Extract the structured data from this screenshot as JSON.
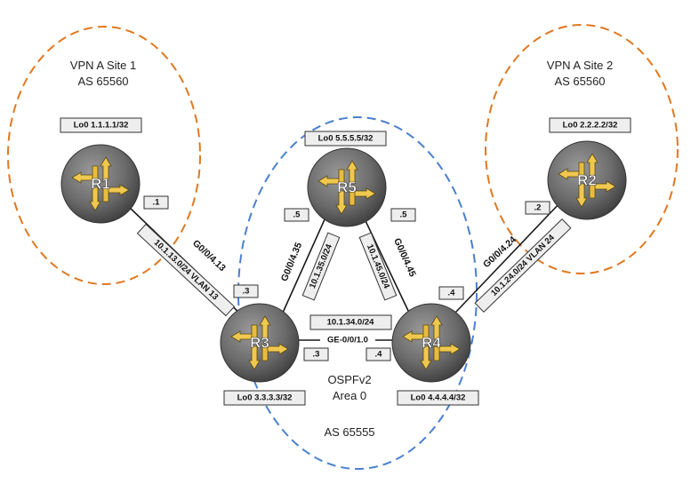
{
  "areas": {
    "site1": {
      "line1": "VPN A Site 1",
      "line2": "AS 65560"
    },
    "site2": {
      "line1": "VPN A Site 2",
      "line2": "AS 65560"
    },
    "core": {
      "line1": "OSPFv2",
      "line2": "Area 0",
      "line3": "AS 65555"
    }
  },
  "colors": {
    "vpn_boundary": "#e07820",
    "core_boundary": "#4a7fd0",
    "router_body": "#6b6b6b",
    "arrow": "#f0c850"
  },
  "routers": {
    "r1": {
      "name": "R1",
      "loopback": "Lo0 1.1.1.1/32"
    },
    "r2": {
      "name": "R2",
      "loopback": "Lo0 2.2.2.2/32"
    },
    "r3": {
      "name": "R3",
      "loopback": "Lo0 3.3.3.3/32"
    },
    "r4": {
      "name": "R4",
      "loopback": "Lo0 4.4.4.4/32"
    },
    "r5": {
      "name": "R5",
      "loopback": "Lo0 5.5.5.5/32"
    }
  },
  "links": {
    "r1_r3": {
      "subnet": "10.1.13.0/24 VLAN 13",
      "interface": "G0/0/4.13",
      "host_r1": ".1",
      "host_r3": ".3"
    },
    "r2_r4": {
      "subnet": "10.1.24.0/24 VLAN 24",
      "interface": "G0/0/4.24",
      "host_r2": ".2",
      "host_r4": ".4"
    },
    "r3_r5": {
      "subnet": "10.1.35.0/24",
      "interface": "G0/0/4.35",
      "host_r5": ".5"
    },
    "r4_r5": {
      "subnet": "10.1.45.0/24",
      "interface": "G0/0/4.45",
      "host_r5": ".5"
    },
    "r3_r4": {
      "subnet": "10.1.34.0/24",
      "interface": "GE-0/0/1.0",
      "host_r3": ".3",
      "host_r4": ".4"
    }
  }
}
